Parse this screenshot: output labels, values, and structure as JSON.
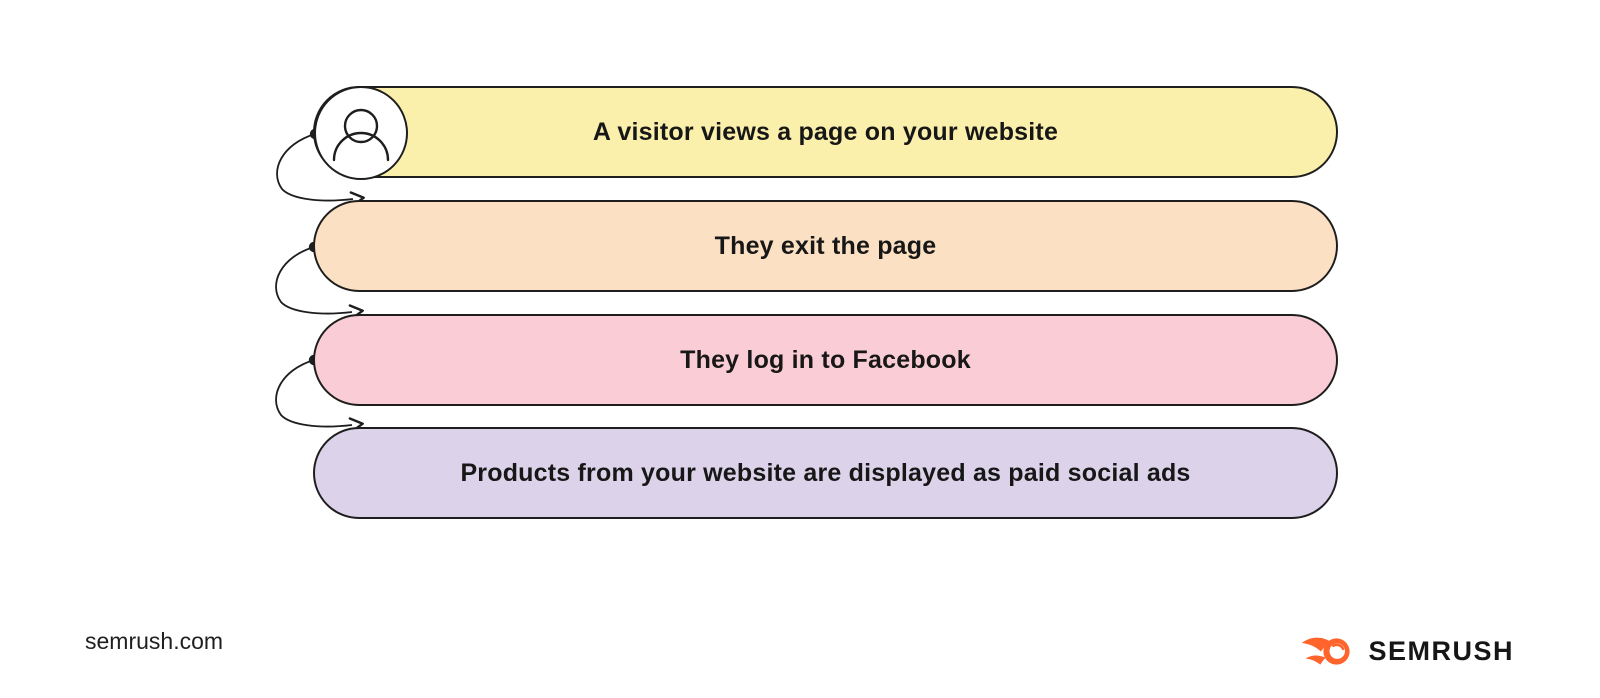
{
  "diagram": {
    "steps": [
      {
        "label": "A visitor views a page on your website",
        "fill": "#FBF0AB"
      },
      {
        "label": "They exit the page",
        "fill": "#FCE0C4"
      },
      {
        "label": "They log in to Facebook",
        "fill": "#FACDD6"
      },
      {
        "label": "Products from your website are displayed as paid social ads",
        "fill": "#DCD2E9"
      }
    ],
    "connector_color": "#1e1e1e",
    "avatar_icon": "person-icon"
  },
  "footer": {
    "site": "semrush.com",
    "brand": "SEMRUSH",
    "brand_color": "#FF642D",
    "text_color": "#161616"
  }
}
